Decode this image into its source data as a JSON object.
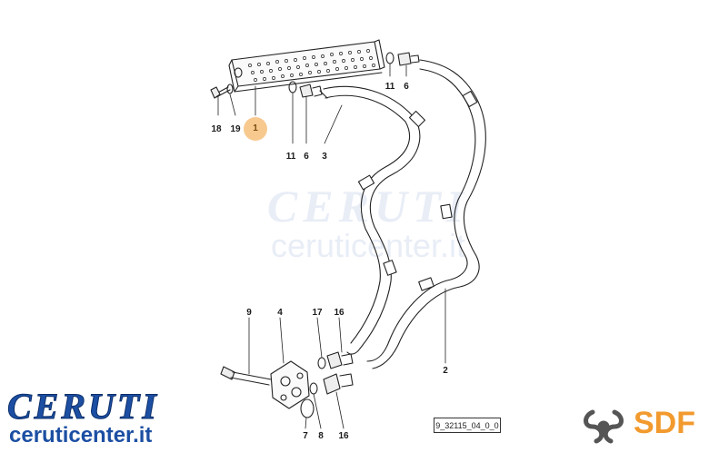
{
  "diagram": {
    "callouts": {
      "c18": "18",
      "c19": "19",
      "c1": "1",
      "c11a": "11",
      "c6a": "6",
      "c3": "3",
      "c11b": "11",
      "c6b": "6",
      "c9": "9",
      "c4": "4",
      "c17": "17",
      "c16a": "16",
      "c7": "7",
      "c8": "8",
      "c16b": "16",
      "c2": "2"
    },
    "drawing_code": "9_32115_04_0_0"
  },
  "watermark": {
    "brand": "CERUTI",
    "url": "ceruticenter.it"
  },
  "logo": {
    "brand": "CERUTI",
    "url": "ceruticenter.it"
  },
  "sdf_logo": {
    "text": "SDF",
    "color": "#f29a2e"
  },
  "colors": {
    "brand_blue": "#1c4fa3",
    "highlight": "#f7c98f",
    "sdf_orange": "#f29a2e"
  }
}
